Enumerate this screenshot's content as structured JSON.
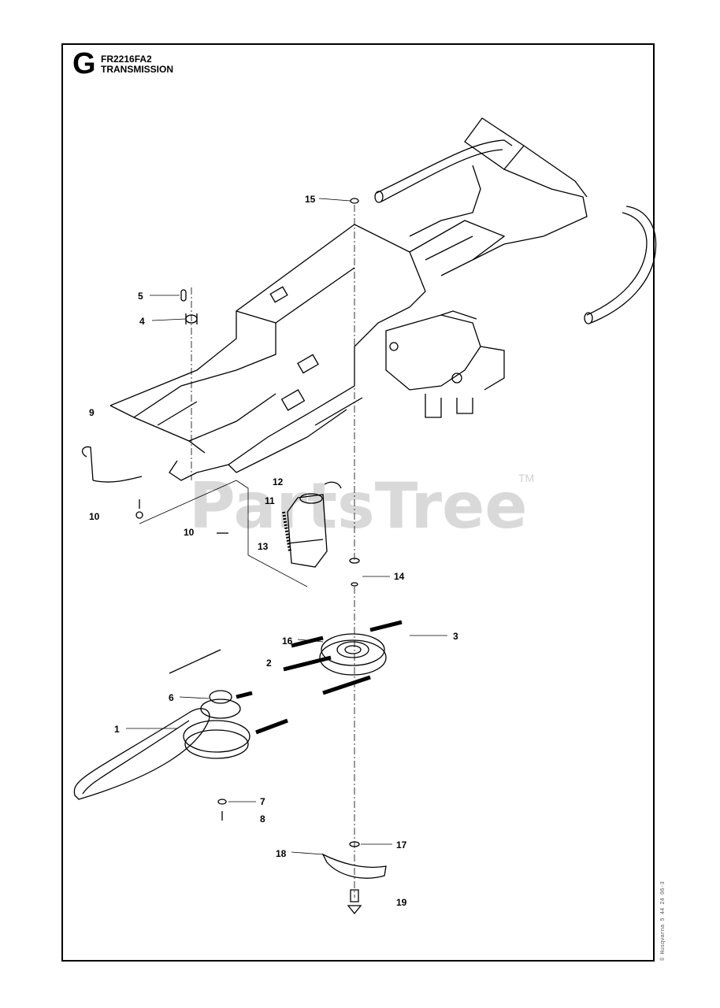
{
  "header": {
    "section_letter": "G",
    "model": "FR2216FA2",
    "title": "TRANSMISSION"
  },
  "watermark": {
    "text": "PartsTree",
    "trademark": "TM"
  },
  "callouts": [
    {
      "id": "c1",
      "label": "1"
    },
    {
      "id": "c2",
      "label": "2"
    },
    {
      "id": "c3",
      "label": "3"
    },
    {
      "id": "c4",
      "label": "4"
    },
    {
      "id": "c5",
      "label": "5"
    },
    {
      "id": "c6",
      "label": "6"
    },
    {
      "id": "c7",
      "label": "7"
    },
    {
      "id": "c8",
      "label": "8"
    },
    {
      "id": "c9",
      "label": "9"
    },
    {
      "id": "c10a",
      "label": "10"
    },
    {
      "id": "c10b",
      "label": "10"
    },
    {
      "id": "c11",
      "label": "11"
    },
    {
      "id": "c12",
      "label": "12"
    },
    {
      "id": "c13",
      "label": "13"
    },
    {
      "id": "c14",
      "label": "14"
    },
    {
      "id": "c15",
      "label": "15"
    },
    {
      "id": "c16",
      "label": "16"
    },
    {
      "id": "c17",
      "label": "17"
    },
    {
      "id": "c18",
      "label": "18"
    },
    {
      "id": "c19",
      "label": "19"
    }
  ],
  "doc_ref": "© Husqvarna 5 44 24 06-3"
}
